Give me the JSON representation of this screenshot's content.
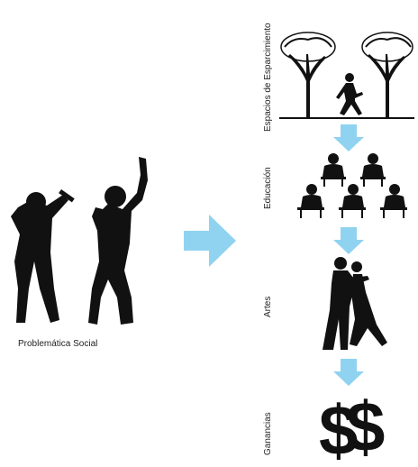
{
  "caption": "Problemática Social",
  "stages": [
    {
      "label": "Espacios de Esparcimiento",
      "icon": "park-walker-icon"
    },
    {
      "label": "Educación",
      "icon": "students-desks-icon"
    },
    {
      "label": "Artes",
      "icon": "dancing-couple-icon"
    },
    {
      "label": "Ganancias",
      "icon": "dollar-signs-icon"
    }
  ],
  "colors": {
    "arrow": "#8fd3f0",
    "silhouette": "#111111"
  }
}
